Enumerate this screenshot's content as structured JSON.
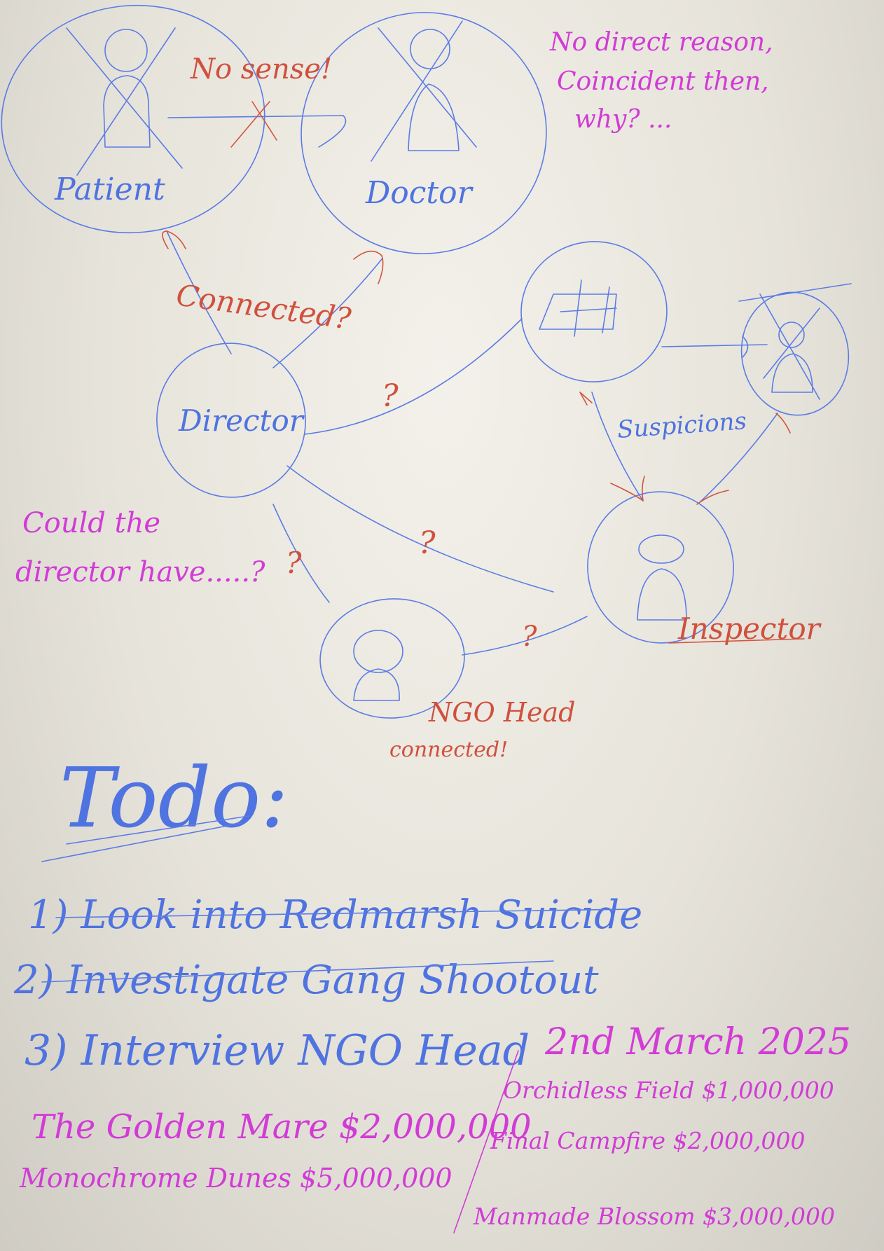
{
  "nodes": {
    "patient": "Patient",
    "doctor": "Doctor",
    "director": "Director",
    "inspector": "Inspector"
  },
  "annotations": {
    "no_sense": "No sense!",
    "no_direct_reason_line1": "No direct reason,",
    "no_direct_reason_line2": "Coincident then,",
    "no_direct_reason_line3": "why? ...",
    "connected": "Connected?",
    "q1": "?",
    "q2": "?",
    "q3": "?",
    "q4": "?",
    "suspicions": "Suspicions",
    "could_director_line1": "Could the",
    "could_director_line2": "director have.....?",
    "ngo_head_line1": "NGO Head",
    "ngo_head_line2": "connected!"
  },
  "todo": {
    "heading": "Todo:",
    "items": [
      "1) Look into Redmarsh Suicide",
      "2) Investigate Gang Shootout",
      "3) Interview NGO Head"
    ]
  },
  "notes": {
    "date": "2nd March 2025",
    "left": [
      "The Golden Mare $2,000,000",
      "Monochrome Dunes $5,000,000"
    ],
    "right": [
      "Orchidless Field $1,000,000",
      "Final Campfire $2,000,000",
      "Manmade Blossom $3,000,000"
    ]
  },
  "colors": {
    "blue_ink": "#5b7ce6",
    "red_ink": "#d2553e",
    "magenta_ink": "#d23bd6"
  }
}
